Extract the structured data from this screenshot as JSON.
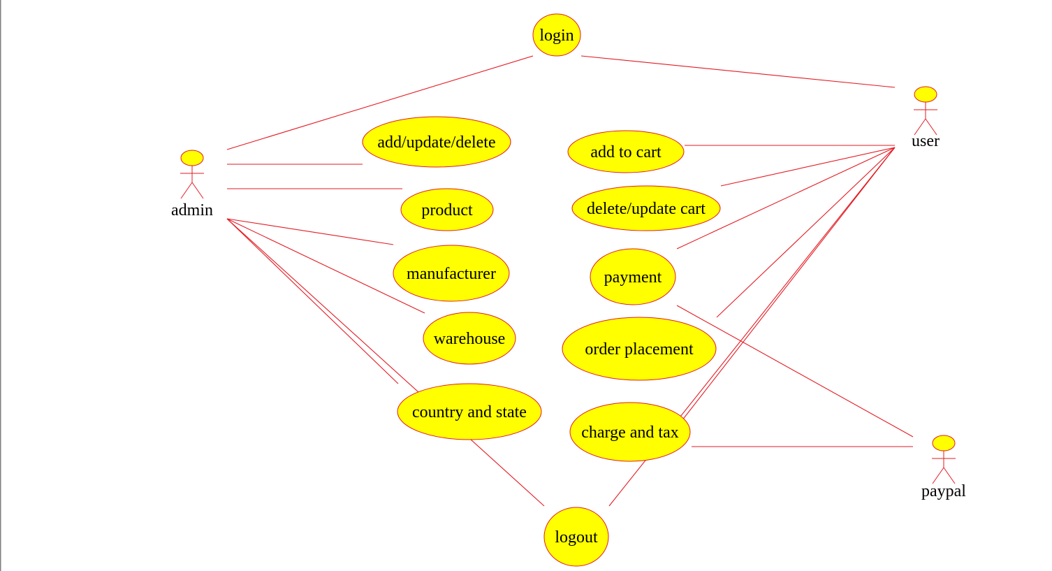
{
  "diagram": {
    "colors": {
      "use_case_fill": "#ffff00",
      "stroke": "#e31b23",
      "text": "#000000",
      "page_border": "#808080"
    },
    "actors": [
      {
        "id": "admin",
        "label": "admin"
      },
      {
        "id": "user",
        "label": "user"
      },
      {
        "id": "paypal",
        "label": "paypal"
      }
    ],
    "use_cases": [
      {
        "id": "login",
        "label": "login"
      },
      {
        "id": "add-update-delete",
        "label": "add/update/delete"
      },
      {
        "id": "product",
        "label": "product"
      },
      {
        "id": "manufacturer",
        "label": "manufacturer"
      },
      {
        "id": "warehouse",
        "label": "warehouse"
      },
      {
        "id": "country-and-state",
        "label": "country and state"
      },
      {
        "id": "add-to-cart",
        "label": "add to cart"
      },
      {
        "id": "delete-update-cart",
        "label": "delete/update cart"
      },
      {
        "id": "payment",
        "label": "payment"
      },
      {
        "id": "order-placement",
        "label": "order placement"
      },
      {
        "id": "charge-and-tax",
        "label": "charge and tax"
      },
      {
        "id": "logout",
        "label": "logout"
      }
    ],
    "associations": [
      [
        "admin",
        "login"
      ],
      [
        "admin",
        "add-update-delete"
      ],
      [
        "admin",
        "product"
      ],
      [
        "admin",
        "manufacturer"
      ],
      [
        "admin",
        "warehouse"
      ],
      [
        "admin",
        "country-and-state"
      ],
      [
        "admin",
        "logout"
      ],
      [
        "user",
        "login"
      ],
      [
        "user",
        "add-to-cart"
      ],
      [
        "user",
        "delete-update-cart"
      ],
      [
        "user",
        "payment"
      ],
      [
        "user",
        "order-placement"
      ],
      [
        "user",
        "charge-and-tax"
      ],
      [
        "user",
        "logout"
      ],
      [
        "paypal",
        "payment"
      ],
      [
        "paypal",
        "charge-and-tax"
      ]
    ]
  }
}
